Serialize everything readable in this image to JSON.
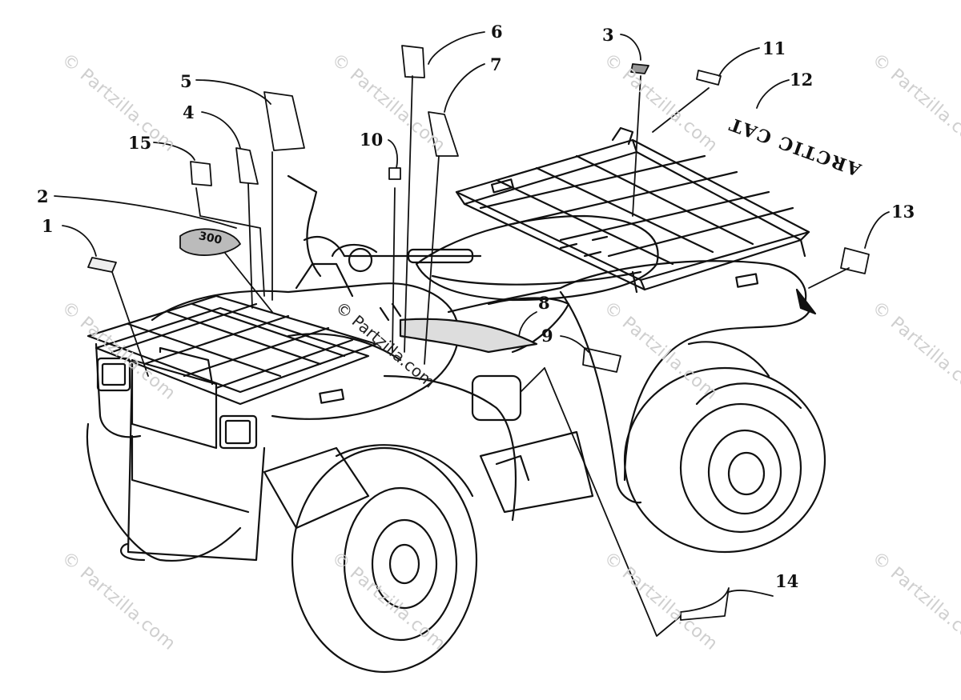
{
  "callouts": [
    "1",
    "2",
    "3",
    "4",
    "5",
    "6",
    "7",
    "8",
    "9",
    "10",
    "11",
    "12",
    "13",
    "14",
    "15"
  ],
  "watermark": "© Partzilla.com",
  "center_watermark": "© Partzilla.com",
  "rack_brand_text": "ARCTIC CAT",
  "hood_decal_text": "300"
}
